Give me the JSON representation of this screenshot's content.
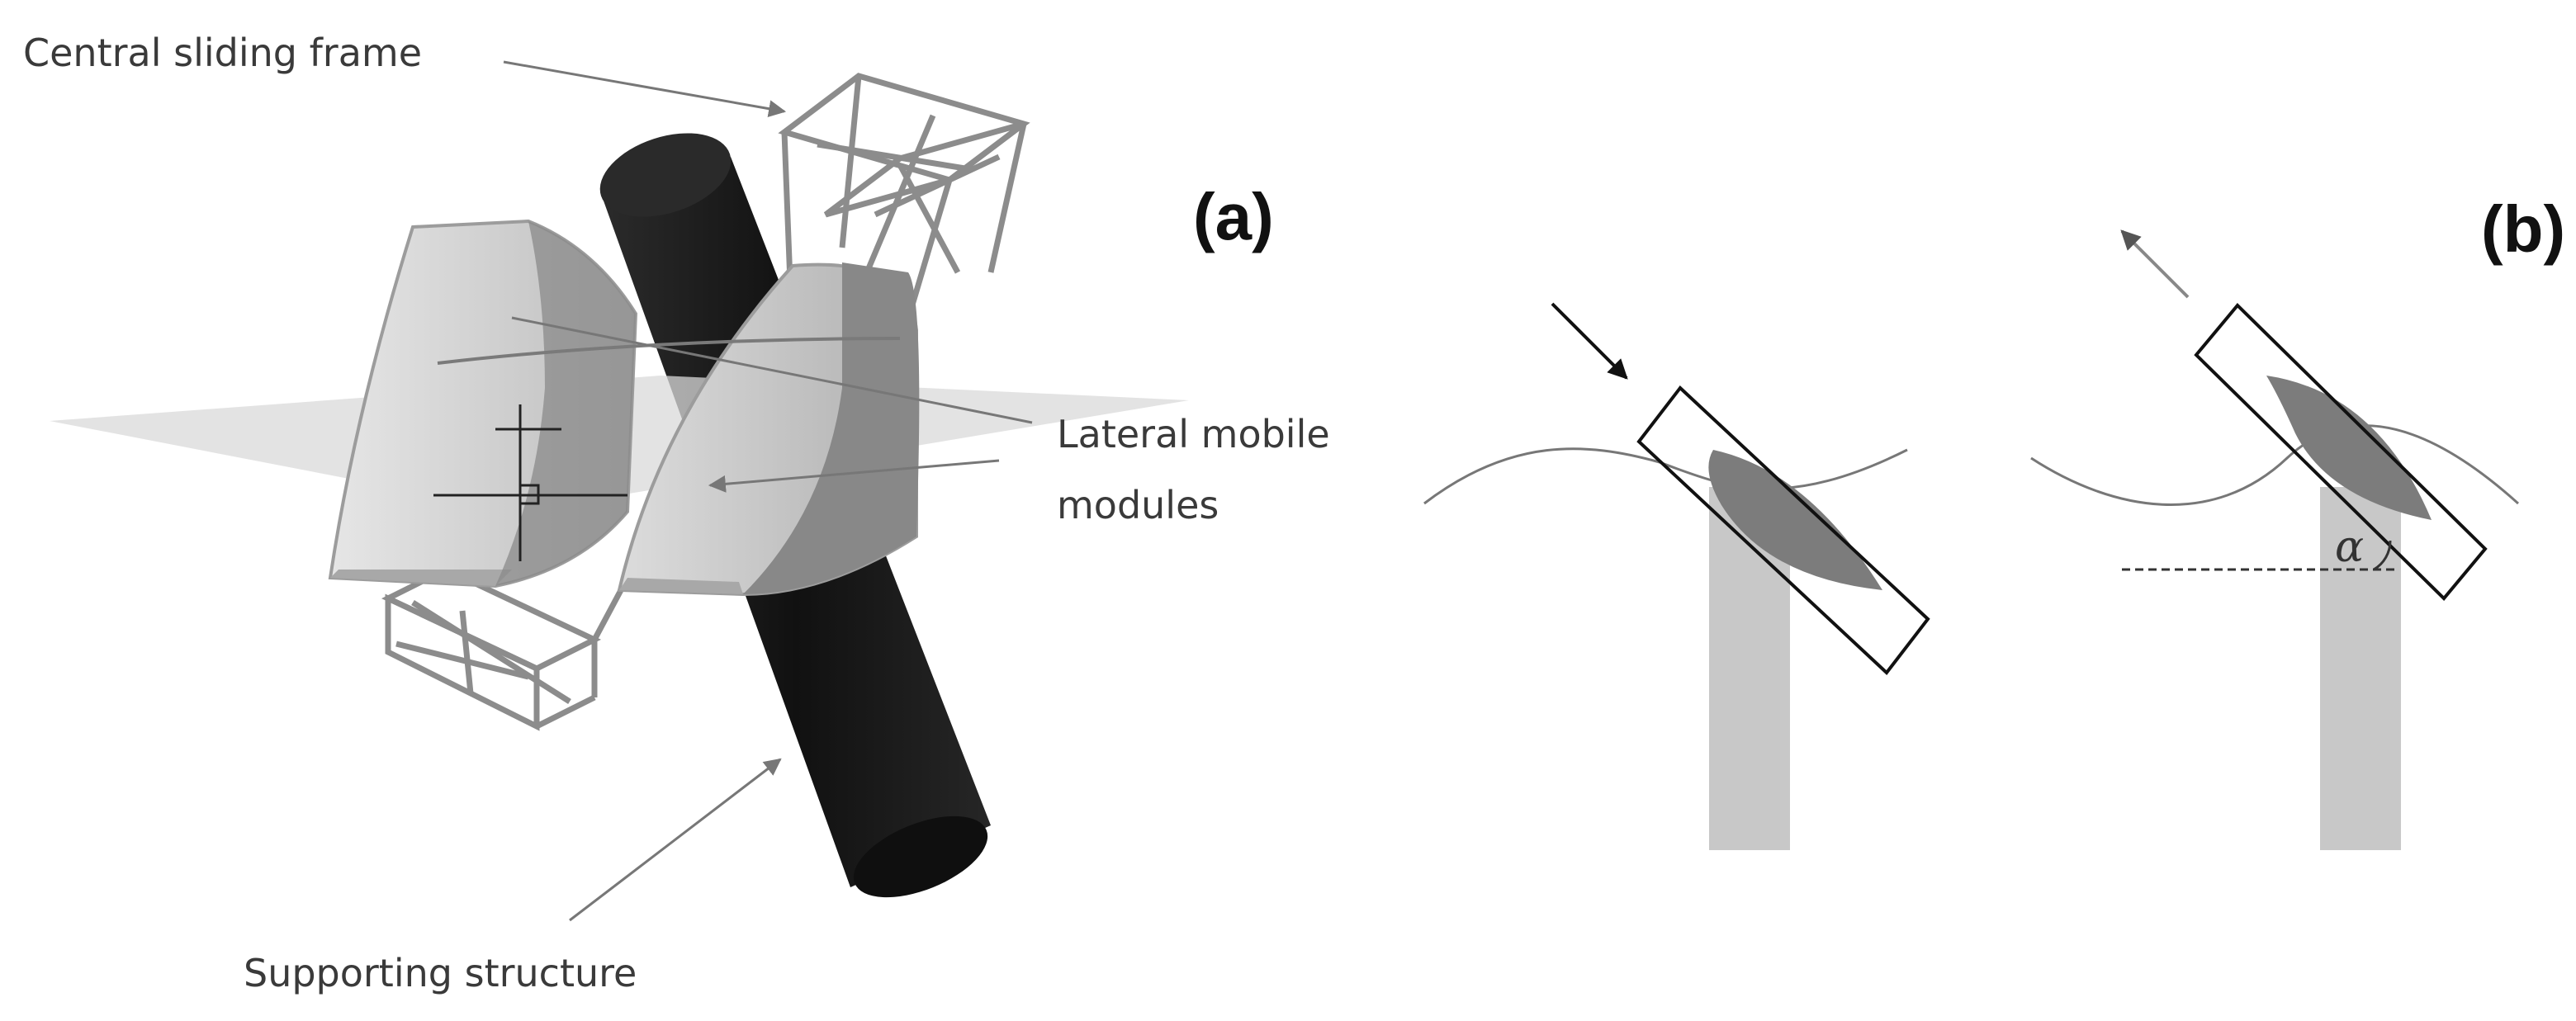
{
  "labels": {
    "central_sliding_frame": "Central sliding frame",
    "lateral_mobile_modules_line1": "Lateral mobile",
    "lateral_mobile_modules_line2": "modules",
    "supporting_structure": "Supporting structure",
    "panel_a": "(a)",
    "panel_b": "(b)",
    "angle": "α"
  },
  "colors": {
    "column_dark": "#1c1c1c",
    "module_light": "#d6d6d6",
    "module_dark": "#8a8a8a",
    "plane": "#d9d9d9",
    "frame_wire": "#8c8c8c",
    "support_bar": "#c8c8c8",
    "leaf_fill": "#7c7c7c",
    "arrow": "#777777"
  }
}
